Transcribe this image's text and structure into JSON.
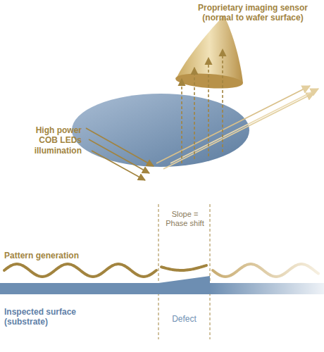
{
  "diagram": {
    "labels": [
      "Proprietary imaging sensor (normal to wafer surface)",
      "High power COB LEDs illumination",
      "Slope = Phase shift",
      "Pattern generation",
      "Inspected surface (substrate)",
      "Defect"
    ]
  }
}
